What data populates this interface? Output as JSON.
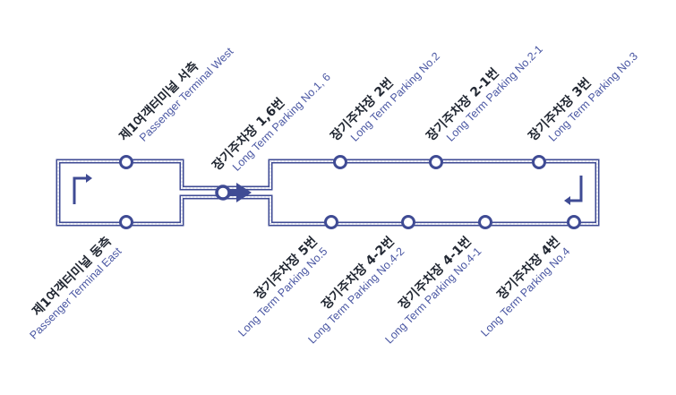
{
  "colors": {
    "route": "#3f4b94",
    "stop_fill": "#ffffff",
    "korean_text": "#222833",
    "english_text": "#4a57a3"
  },
  "icons": {
    "direction_left_block": "turn-arrow-icon",
    "direction_right_block": "turn-arrow-icon",
    "bus_position": "bus-direction-arrow-icon"
  },
  "stops": [
    {
      "id": "t1-west",
      "ko": "제1여객터미널 서측",
      "en": "Passenger Terminal West"
    },
    {
      "id": "t1-east",
      "ko": "제1여객터미널 동측",
      "en": "Passenger Terminal East"
    },
    {
      "id": "ltp-1-6",
      "ko": "장기주차장 1,6번",
      "en": "Long Term Parking No.1, 6"
    },
    {
      "id": "ltp-2",
      "ko": "장기주차장 2번",
      "en": "Long Term Parking No.2"
    },
    {
      "id": "ltp-2-1",
      "ko": "장기주차장 2-1번",
      "en": "Long Term Parking No.2-1"
    },
    {
      "id": "ltp-3",
      "ko": "장기주차장 3번",
      "en": "Long Term Parking No.3"
    },
    {
      "id": "ltp-4",
      "ko": "장기주차장 4번",
      "en": "Long Term Parking No.4"
    },
    {
      "id": "ltp-4-1",
      "ko": "장기주차장 4-1번",
      "en": "Long Term Parking No.4-1"
    },
    {
      "id": "ltp-4-2",
      "ko": "장기주차장 4-2번",
      "en": "Long Term Parking No.4-2"
    },
    {
      "id": "ltp-5",
      "ko": "장기주차장 5번",
      "en": "Long Term Parking No.5"
    }
  ]
}
